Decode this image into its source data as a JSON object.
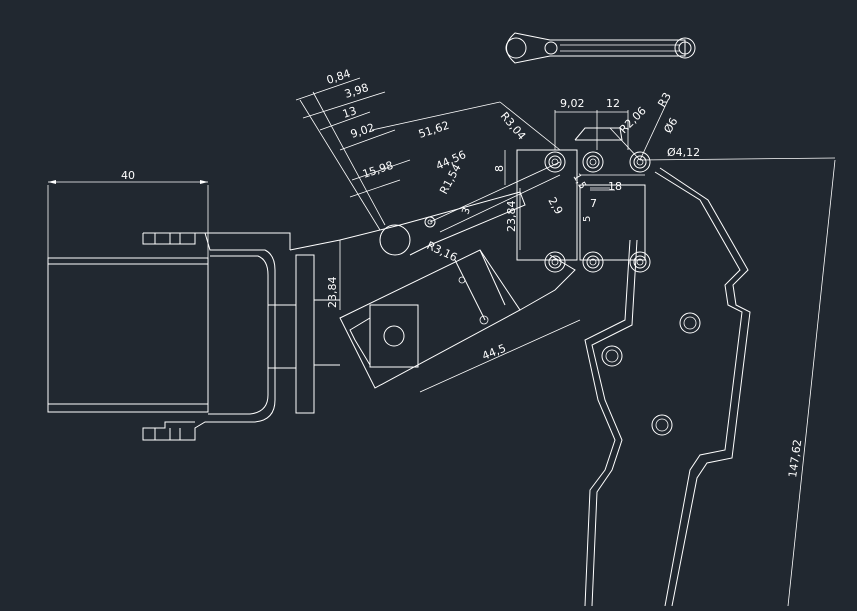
{
  "canvas": {
    "background": "#212830",
    "line_color": "#ffffff"
  },
  "dimensions": {
    "d40": "40",
    "d0_84": "0,84",
    "d3_98": "3,98",
    "d13": "13",
    "d9_02_a": "9,02",
    "d51_62": "51,62",
    "d15_98": "15,98",
    "d44_56": "44,56",
    "dR1_54": "R1,54",
    "d3_6": "3",
    "dR3_16": "R3,16",
    "d23_84_a": "23,84",
    "d44_5": "44,5",
    "dR3_04": "R3,04",
    "d9_02_b": "9,02",
    "d12": "12",
    "dR2_06": "R2,06",
    "dR3": "R3",
    "dD6": "Ø6",
    "dD4_12": "Ø4,12",
    "d8": "8",
    "d23_84_b": "23,84",
    "d2_9": "2,9",
    "d1_5": "1,5",
    "d7": "7",
    "d18": "18",
    "d5": "5",
    "d147_62": "147,62"
  }
}
